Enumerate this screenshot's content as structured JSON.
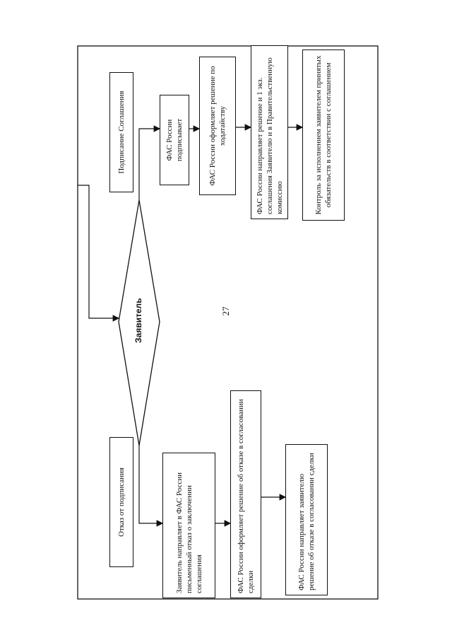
{
  "page_number": "27",
  "decision": {
    "label": "Заявитель"
  },
  "branch_sign": {
    "header": "Подписание Соглашения",
    "step1": "ФАС России подписывает",
    "step2": "ФАС России оформляет решение по ходатайству",
    "step3": "ФАС России направляет решение и 1 экз. соглашения Заявителю и в Правительственную комиссию",
    "step4": "Контроль за исполнением заявителем принятых обязательств в соответствии с соглашением"
  },
  "branch_refuse": {
    "header": "Отказ от подписания",
    "step1": "Заявитель направляет в ФАС России письменный отказ о заключении соглашения",
    "step2": "ФАС России оформляет решение об отказе в согласовании сделки",
    "step3": "ФАС России направляет заявителю решение об отказе в согласовании сделки"
  }
}
